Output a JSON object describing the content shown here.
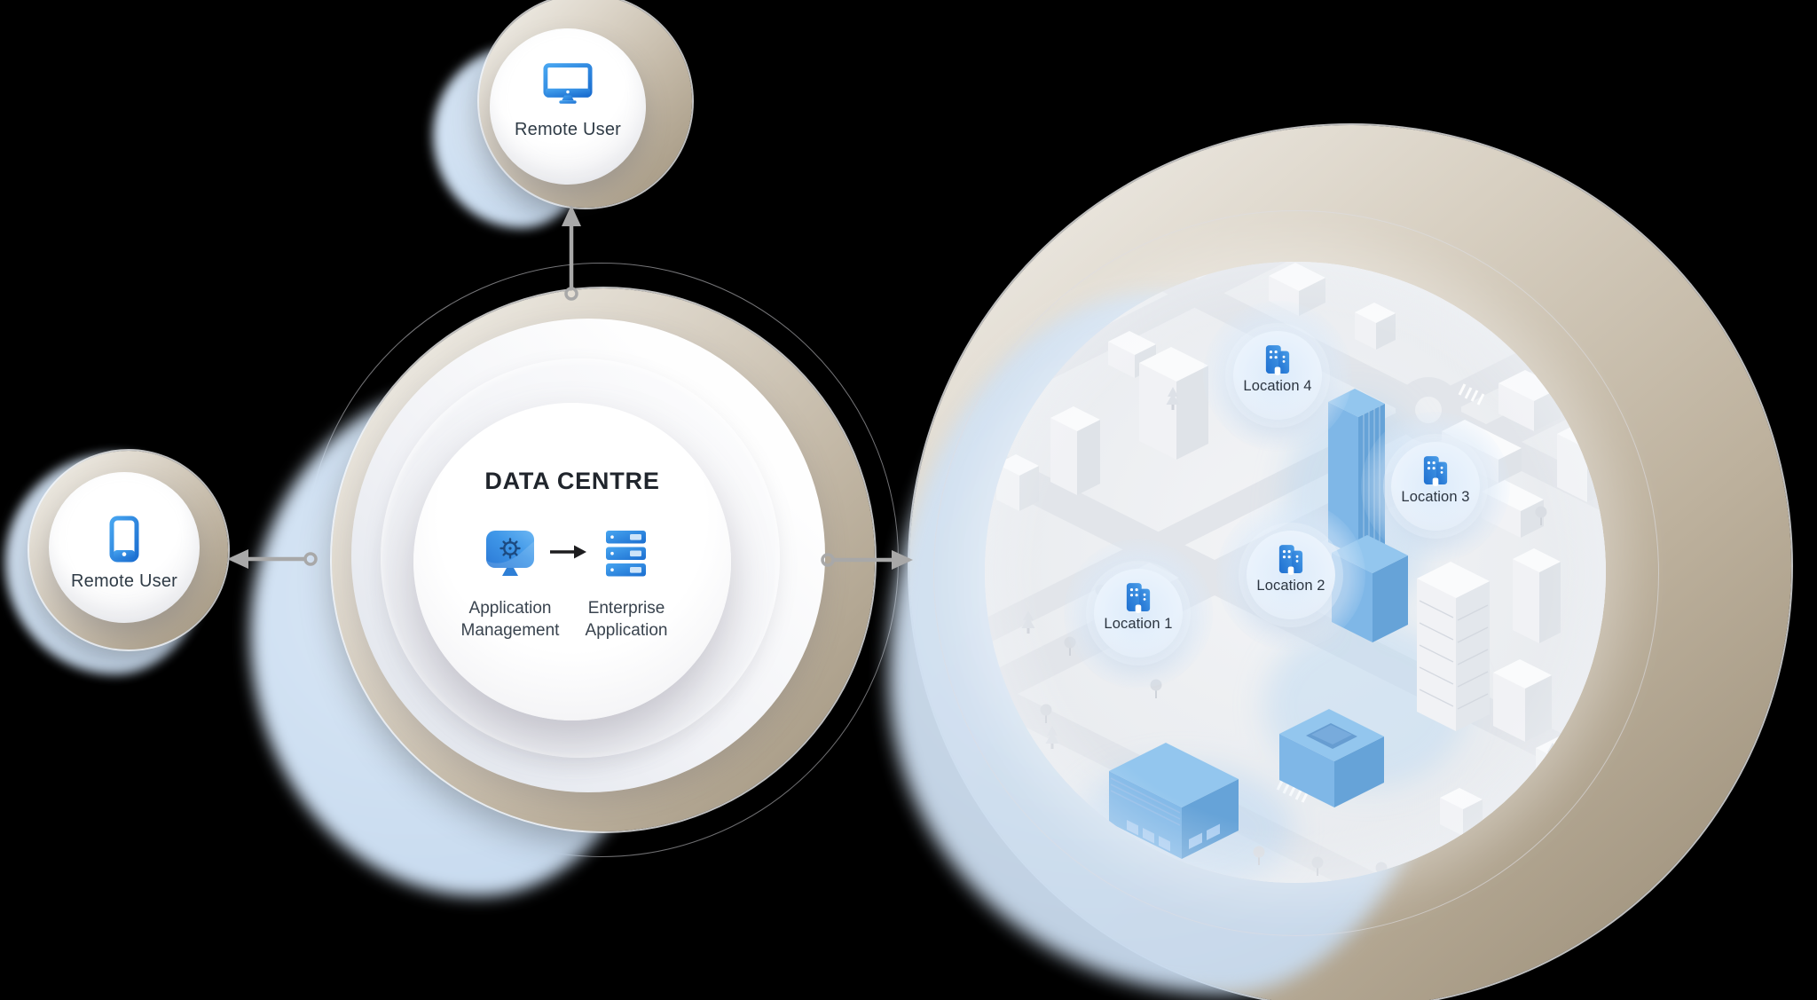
{
  "diagram": {
    "remote_user_top": {
      "label": "Remote User",
      "icon": "monitor-icon"
    },
    "remote_user_left": {
      "label": "Remote User",
      "icon": "smartphone-icon"
    },
    "data_centre": {
      "title": "DATA CENTRE",
      "items": [
        {
          "label": "Application Management",
          "icon": "application-management-icon"
        },
        {
          "label": "Enterprise Application",
          "icon": "server-stack-icon"
        }
      ]
    },
    "network_map": {
      "locations": [
        {
          "label": "Location 1",
          "icon": "building-icon"
        },
        {
          "label": "Location 2",
          "icon": "building-icon"
        },
        {
          "label": "Location 3",
          "icon": "building-icon"
        },
        {
          "label": "Location 4",
          "icon": "building-icon"
        }
      ]
    }
  },
  "colors": {
    "background": "#000000",
    "accent_blue": "#2e86dd",
    "icon_blue_light": "#47a5f0",
    "icon_blue_dark": "#1b6ed0",
    "ring_beige": "#b3a794",
    "blob_blue": "#cfe0f2",
    "connector_gray": "#a8a8a8",
    "black_arrow": "#1d1d1f",
    "title_text": "#20252c",
    "body_text": "#39434e",
    "map_building_blue": "#7fb6e6",
    "map_ground": "#edeff2",
    "map_road": "#e3e6eb"
  }
}
